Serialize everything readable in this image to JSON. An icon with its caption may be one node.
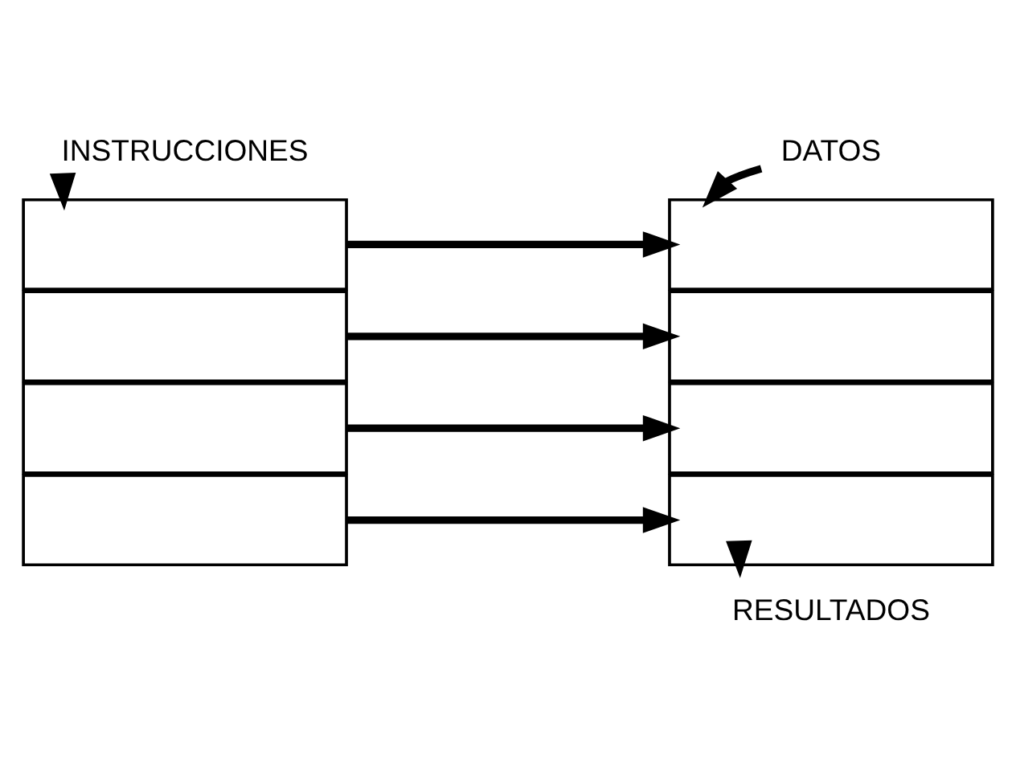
{
  "diagram": {
    "nodes": [
      {
        "text": [
          "INSTRUCCIONES"
        ]
      },
      {
        "text": [
          "DATOS"
        ]
      },
      {
        "text": [],
        "shape": "box"
      },
      {
        "text": [],
        "shape": "box"
      },
      {
        "text": [],
        "shape": "box"
      },
      {
        "text": [],
        "shape": "box"
      },
      {
        "text": [],
        "shape": "box"
      },
      {
        "text": [],
        "shape": "box"
      },
      {
        "text": [],
        "shape": "box"
      },
      {
        "text": [],
        "shape": "box"
      },
      {
        "text": [
          "RESULTADOS"
        ]
      }
    ],
    "edges": [
      {
        "from": 0,
        "to": 2,
        "arrow": "to"
      },
      {
        "from": 1,
        "to": 6,
        "arrow": "to"
      },
      {
        "from": 2,
        "to": 6,
        "arrow": "to"
      },
      {
        "from": 3,
        "to": 7,
        "arrow": "to"
      },
      {
        "from": 4,
        "to": 8,
        "arrow": "to"
      },
      {
        "from": 5,
        "to": 9,
        "arrow": "to"
      },
      {
        "from": 9,
        "to": 10,
        "arrow": "to"
      }
    ]
  }
}
